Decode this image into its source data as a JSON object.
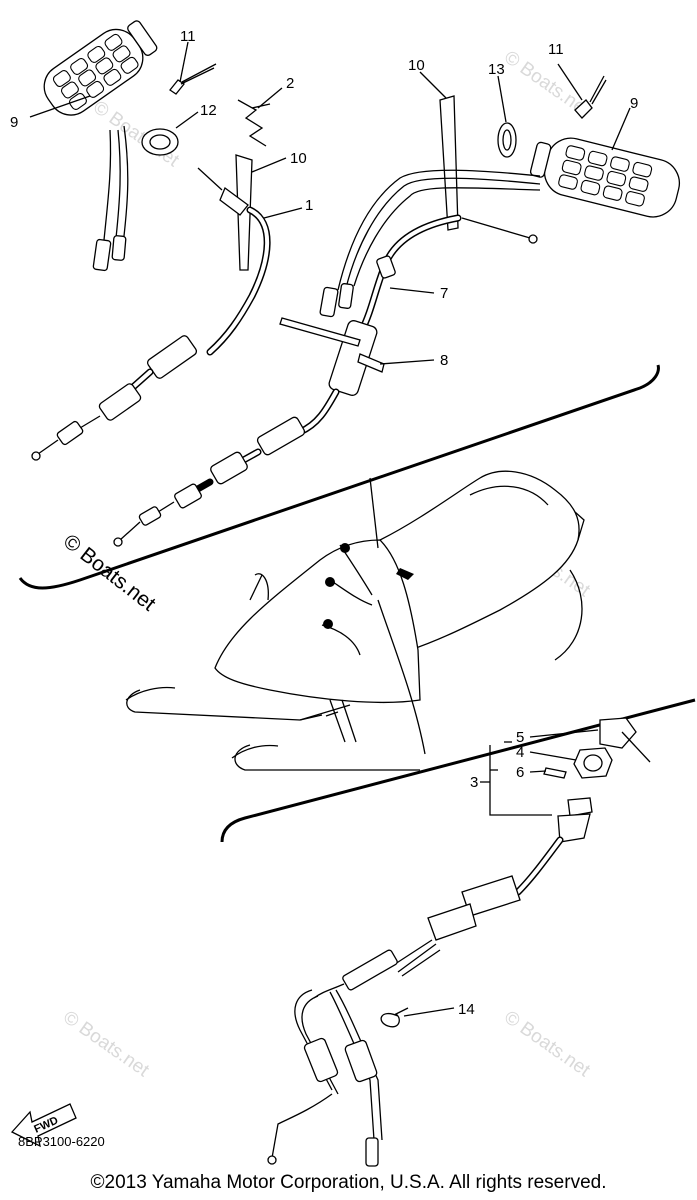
{
  "callouts": {
    "c1": "1",
    "c2": "2",
    "c3": "3",
    "c4": "4",
    "c5": "5",
    "c6": "6",
    "c7": "7",
    "c8": "8",
    "c9_left": "9",
    "c9_right": "9",
    "c10_left": "10",
    "c10_right": "10",
    "c11_left": "11",
    "c11_right": "11",
    "c12": "12",
    "c13": "13",
    "c14": "14"
  },
  "watermarks": {
    "main": "© Boats.net",
    "faint": "© Boats.net"
  },
  "fwd_label": "FWD",
  "part_code": "8BP3100-6220",
  "copyright": "©2013 Yamaha Motor Corporation, U.S.A. All rights reserved."
}
